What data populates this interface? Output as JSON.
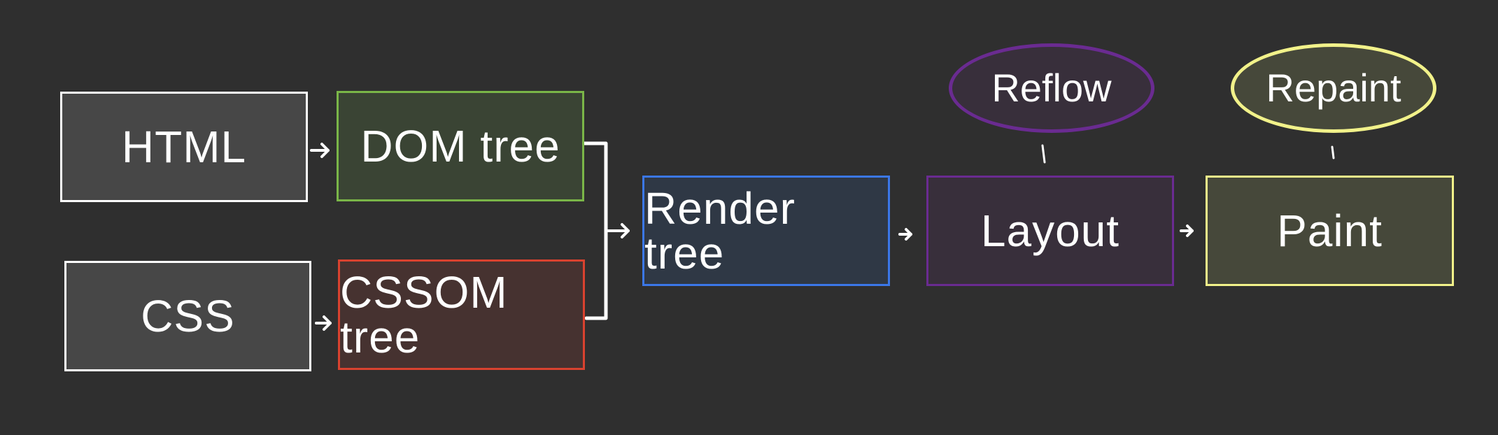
{
  "nodes": {
    "html": {
      "label": "HTML",
      "border": "#ffffff",
      "fill": "#474747"
    },
    "dom": {
      "label": "DOM tree",
      "border": "#7ab648",
      "fill": "#3a4434"
    },
    "css": {
      "label": "CSS",
      "border": "#ffffff",
      "fill": "#474747"
    },
    "cssom": {
      "label": "CSSOM tree",
      "border": "#d9422f",
      "fill": "#463230"
    },
    "render": {
      "label": "Render tree",
      "border": "#3b77e8",
      "fill": "#2f3845"
    },
    "layout": {
      "label": "Layout",
      "border": "#6a2b91",
      "fill": "#382f3b"
    },
    "paint": {
      "label": "Paint",
      "border": "#f2f28a",
      "fill": "#46483a"
    }
  },
  "annotations": {
    "reflow": {
      "label": "Reflow",
      "border": "#6a2b91",
      "fill": "#382f3b"
    },
    "repaint": {
      "label": "Repaint",
      "border": "#f2f28a",
      "fill": "#46483a"
    }
  },
  "connector_color": "#ffffff"
}
